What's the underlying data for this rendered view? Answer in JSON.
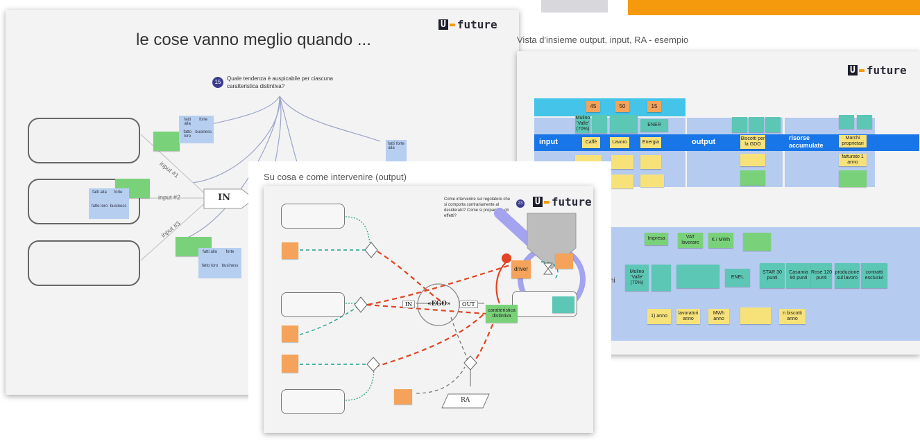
{
  "colors": {
    "orange_bar": "#f59a0c",
    "bg_gray": "#d7d7dc",
    "blue_band": "#a9c7ee",
    "dark_blue_band": "#1976e8"
  },
  "logo": {
    "mark": "U",
    "text": "future"
  },
  "board1": {
    "title": "le cose vanno meglio quando ...",
    "badge": "15",
    "question": "Quale tendenza è auspicabile per ciascuna caratteristica distintiva?",
    "edge_labels": [
      "input #1",
      "input #2",
      "input #3"
    ],
    "in_label": "IN",
    "tool_labels": [
      "fatti alla",
      "forte",
      "fatto loro",
      "business"
    ]
  },
  "board2": {
    "caption": "Vista d'insieme output, input, RA - esempio",
    "top_numbers": [
      "45",
      "50",
      "15"
    ],
    "sections": {
      "input": "input",
      "output": "output",
      "risorse": "risorse accumulate"
    },
    "input_notes": [
      "Mulino 'Valle' (70%)",
      "Caffè",
      "Lavoro",
      "Energia",
      "ENER"
    ],
    "output_notes": [
      "Biscotti per la GDO",
      "STAR 30 punti",
      "Casamia 90 punti"
    ],
    "risorse_notes": [
      "Marchi proprietari",
      "fatturato 1 anno"
    ],
    "lower_notes": [
      "Impresa",
      "VAT lavorare",
      "€ / MWh",
      "Mulino 'Valle' (70%)",
      "ENEL",
      "STAR 30 punti",
      "Casamia 90 punti",
      "Rose 120 punti",
      "produzione sul lavoro",
      "contratti esclusivi",
      "1) anno",
      "lavoratori anno",
      "MWh anno",
      "n biscotti anno"
    ],
    "side_label": "ni"
  },
  "board3": {
    "caption": "Su cosa e come intervenire (output)",
    "question": "Come intervenire sul regolatore che si comporta contrariamente al desiderato? Come si propagano gli effetti?",
    "badge": "23",
    "ego": "«EGO»",
    "in": "IN",
    "out": "OUT",
    "caratteristica": "caratteristica distintiva",
    "driver": "driver",
    "ra": "RA"
  }
}
